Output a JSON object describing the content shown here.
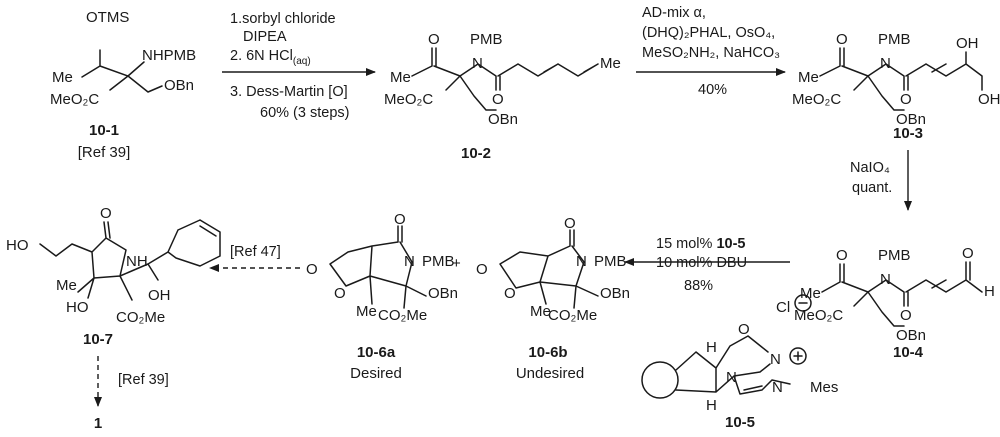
{
  "compounds": {
    "c10_1": {
      "id": "10-1",
      "note": "[Ref 39]",
      "groups": [
        "OTMS",
        "NHPMB",
        "Me",
        "MeO₂C",
        "OBn"
      ]
    },
    "c10_2": {
      "id": "10-2",
      "groups": [
        "O",
        "PMB",
        "N",
        "Me",
        "MeO₂C",
        "O",
        "OBn",
        "Me"
      ]
    },
    "c10_3": {
      "id": "10-3",
      "groups": [
        "O",
        "PMB",
        "N",
        "Me",
        "MeO₂C",
        "O",
        "OBn",
        "OH",
        "OH"
      ]
    },
    "c10_4": {
      "id": "10-4",
      "groups": [
        "O",
        "PMB",
        "N",
        "Me",
        "MeO₂C",
        "O",
        "OBn",
        "O",
        "H"
      ]
    },
    "c10_5": {
      "id": "10-5",
      "groups": [
        "O",
        "Cl",
        "N",
        "N",
        "N",
        "Mes",
        "H",
        "H"
      ]
    },
    "c10_6a": {
      "id": "10-6a",
      "caption": "Desired",
      "groups": [
        "O",
        "O",
        "O",
        "N",
        "PMB",
        "Me",
        "OBn",
        "CO₂Me"
      ]
    },
    "c10_6b": {
      "id": "10-6b",
      "caption": "Undesired",
      "groups": [
        "O",
        "O",
        "O",
        "N",
        "PMB",
        "Me",
        "OBn",
        "CO₂Me"
      ]
    },
    "c10_7": {
      "id": "10-7",
      "groups": [
        "O",
        "HO",
        "NH",
        "Me",
        "HO",
        "OH",
        "CO₂Me"
      ]
    },
    "c1": {
      "id": "1"
    }
  },
  "plus": "+",
  "steps": {
    "s1": {
      "conditions": [
        "1.sorbyl chloride",
        "DIPEA",
        "2. 6N HCl",
        "3. Dess-Martin [O]"
      ],
      "hcl_subscript": "(aq)",
      "yield": "60% (3 steps)"
    },
    "s2": {
      "conditions": [
        "AD-mix α,",
        "(DHQ)₂PHAL, OsO₄,",
        "MeSO₂NH₂, NaHCO₃"
      ],
      "yield": "40%"
    },
    "s3": {
      "conditions": [
        "NaIO₄",
        "quant."
      ]
    },
    "s4": {
      "conditions": [
        "15 mol%",
        "10 mol% DBU"
      ],
      "catalyst_ref": "10-5",
      "yield": "88%"
    },
    "s5": {
      "label": "[Ref 47]"
    },
    "s6": {
      "label": "[Ref 39]"
    }
  }
}
